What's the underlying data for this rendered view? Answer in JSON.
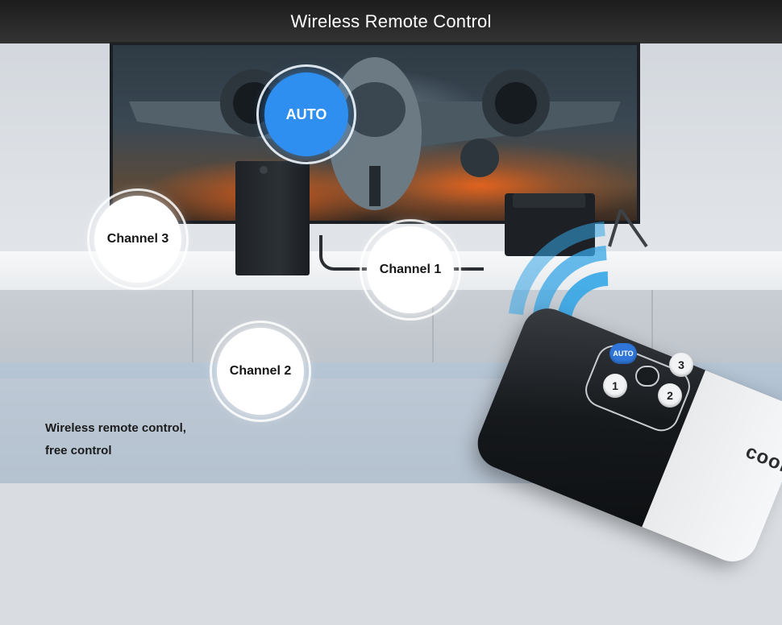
{
  "header": {
    "title": "Wireless Remote Control"
  },
  "channels": {
    "auto": "AUTO",
    "ch1": "Channel 1",
    "ch2": "Channel 2",
    "ch3": "Channel 3"
  },
  "caption": {
    "line1": "Wireless remote control,",
    "line2": "free control"
  },
  "remote": {
    "buttons": {
      "auto": "AUTO",
      "one": "1",
      "two": "2",
      "three": "3"
    },
    "brand": "cooi"
  },
  "colors": {
    "accent_blue": "#2e8ff0",
    "signal_blue": "#35a6e6",
    "title_bar": "#161616"
  },
  "icons": [
    "wifi-signal-icon"
  ]
}
